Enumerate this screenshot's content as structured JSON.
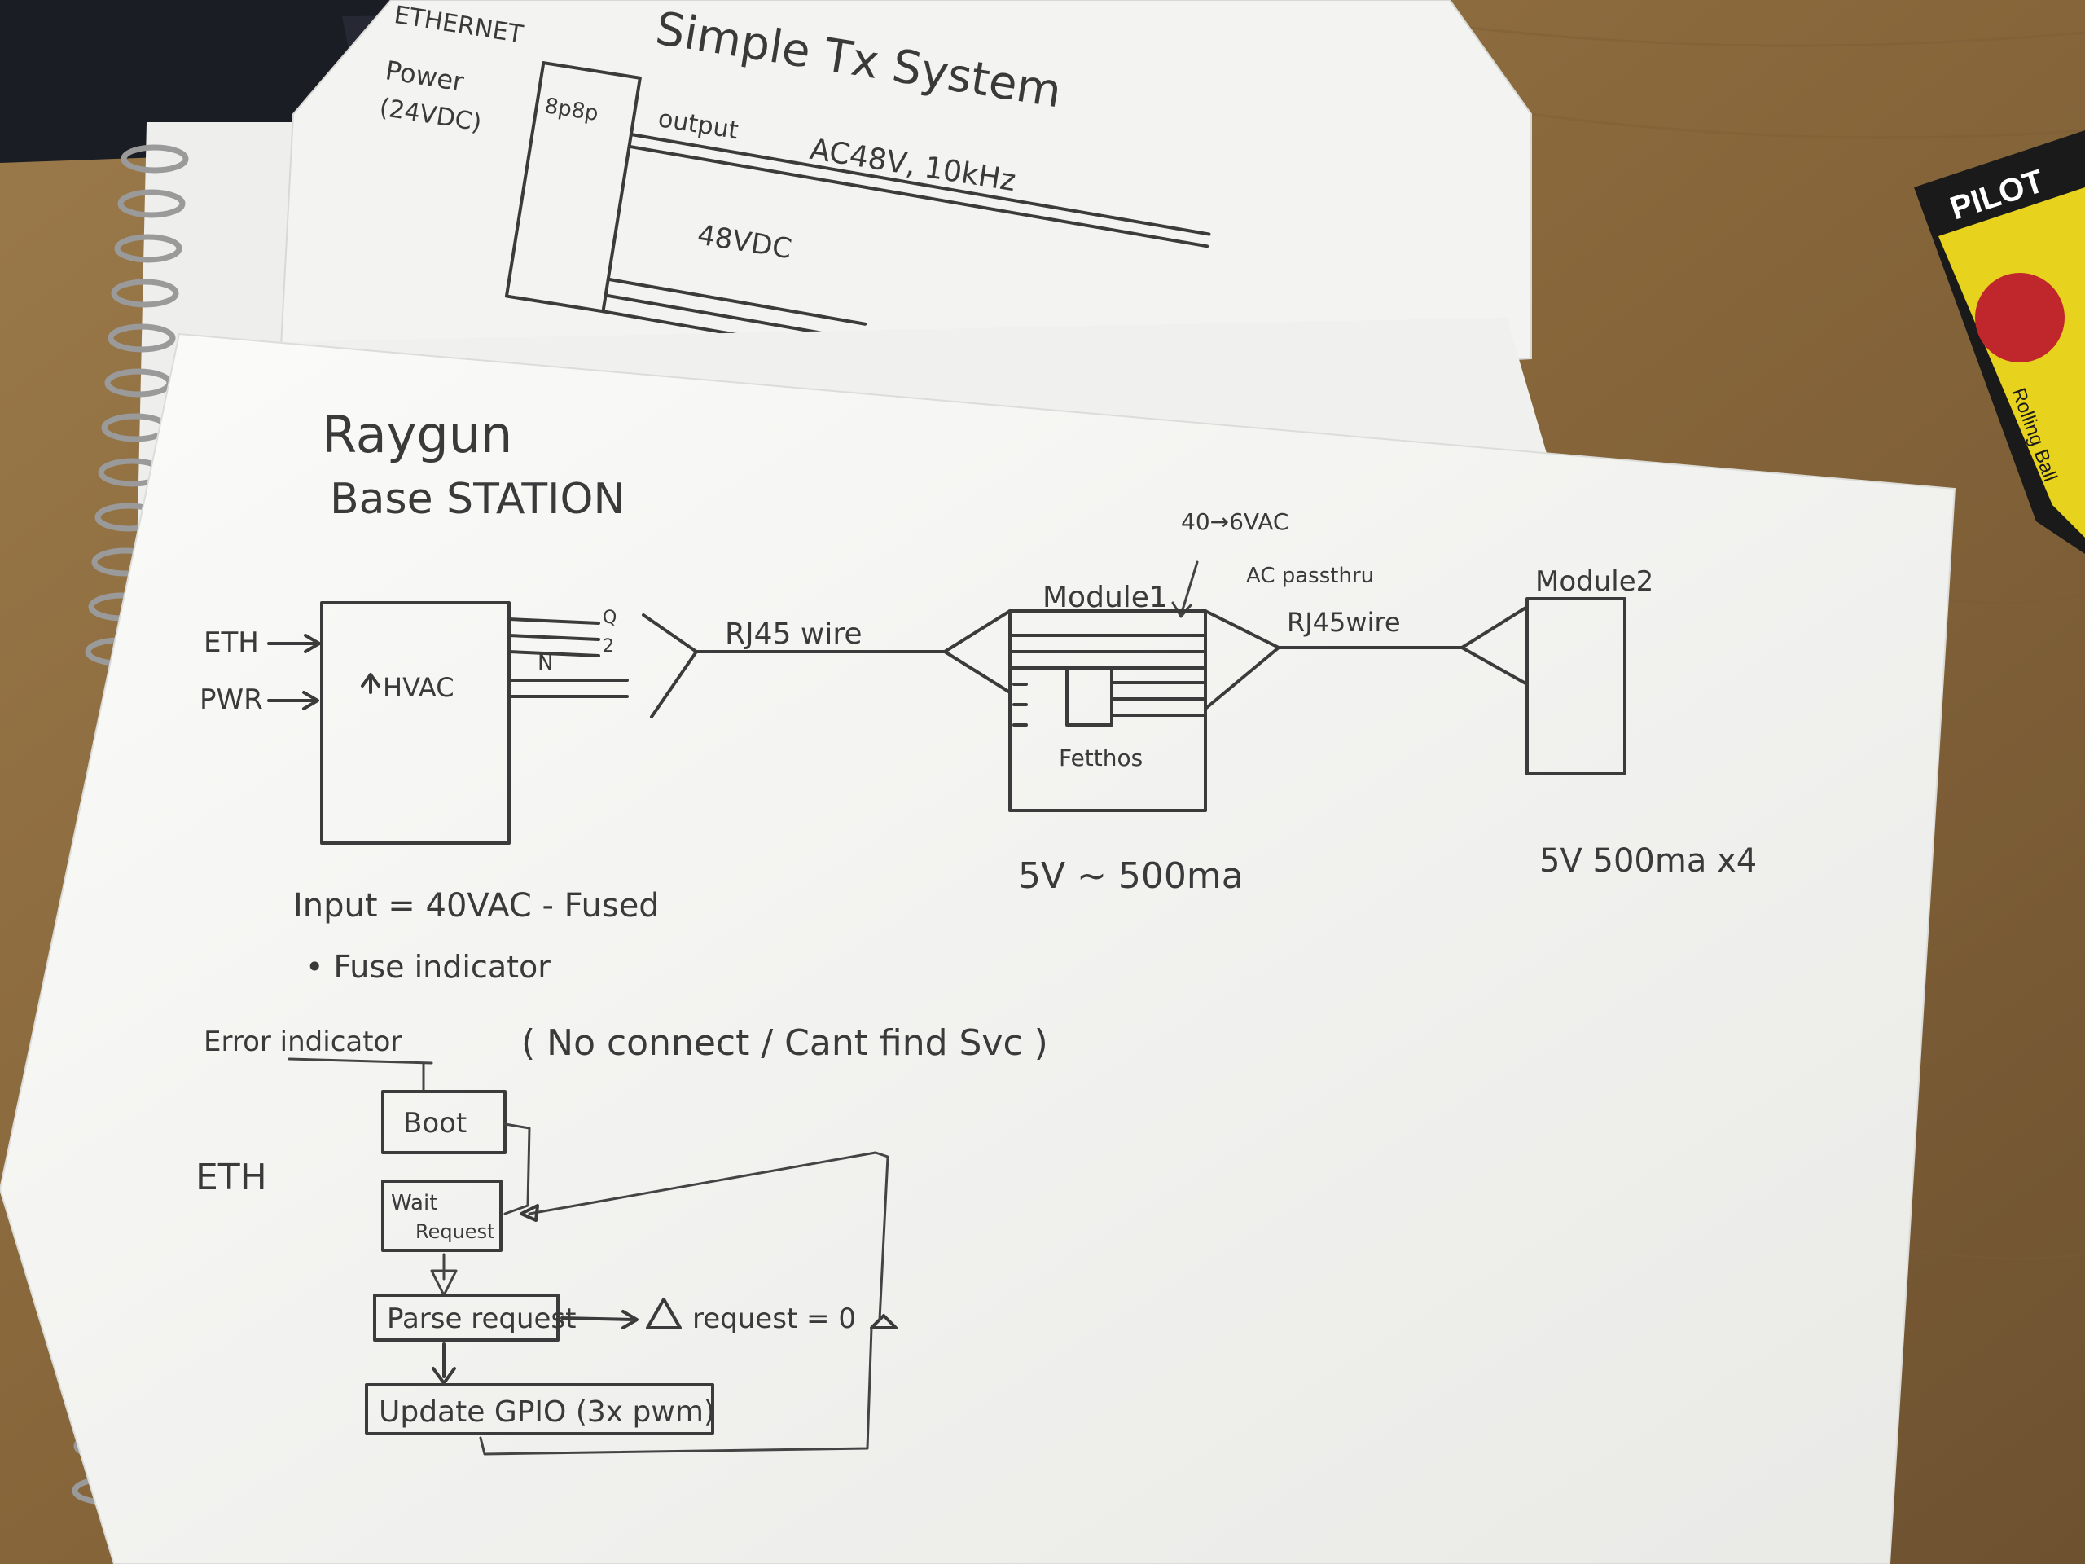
{
  "photo": {
    "colors": {
      "desk": "#8a6a3e",
      "laptop": "#1b1d24",
      "paper": "#f6f6f4",
      "ink": "#3b3b3b",
      "package_yellow": "#e7d21d"
    }
  },
  "back_sheet": {
    "title": "Simple Tx System",
    "ethernet": "ETHERNET",
    "power_line1": "Power",
    "power_line2": "(24VDC)",
    "block_label": "8p8p",
    "output": "output",
    "ac": "AC48V, 10kHz",
    "dc": "48VDC"
  },
  "front_sheet": {
    "title": "Raygun",
    "subtitle": "Base STATION",
    "base": {
      "eth": "ETH",
      "pwr": "PWR",
      "hvac": "HVAC",
      "pin1": "Q",
      "pin2": "2",
      "pin3": "N"
    },
    "wire1": "RJ45 wire",
    "module1": {
      "title": "Module1",
      "note_top": "40→6VAC",
      "note_pass": "AC passthru",
      "inner": "Fetthos",
      "spec": "5V ~ 500ma"
    },
    "wire2": "RJ45wire",
    "module2": {
      "title": "Module2",
      "spec": "5V 500ma  x4"
    },
    "notes": {
      "input": "Input = 40VAC - Fused",
      "fuse": "• Fuse indicator",
      "error": "Error indicator",
      "no_connect": "( No connect / Cant find Svc )"
    },
    "flow": {
      "eth": "ETH",
      "boot": "Boot",
      "wait_line1": "Wait",
      "wait_line2": "Request",
      "parse": "Parse request",
      "condition": "request = 0",
      "update": "Update GPIO (3x pwm)"
    }
  },
  "package": {
    "brand": "PILOT",
    "text": "Rolling Ball"
  }
}
